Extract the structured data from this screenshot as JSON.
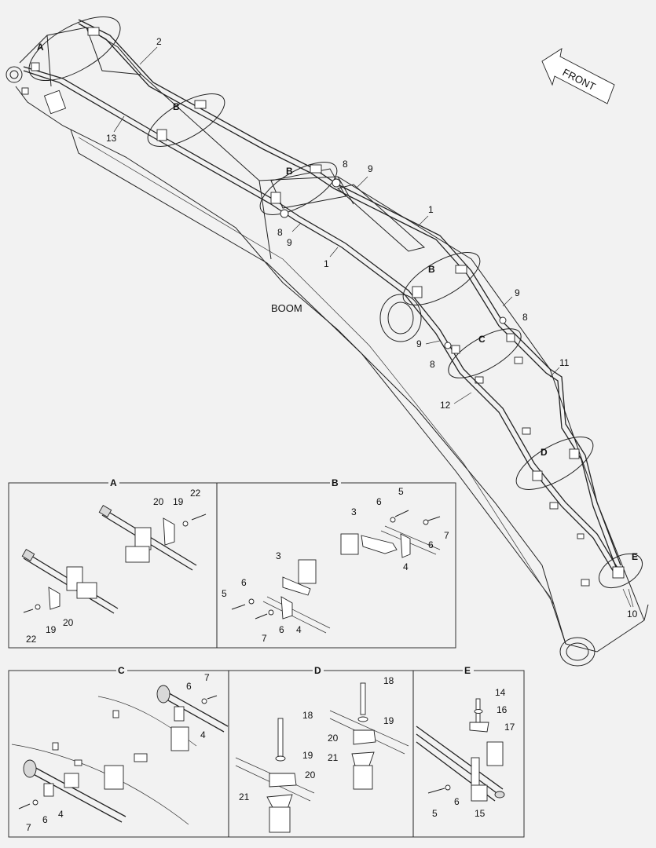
{
  "main_view": {
    "boom_label": "BOOM",
    "front_label": "FRONT",
    "callouts": [
      "A",
      "2",
      "B",
      "13",
      "B",
      "8",
      "9",
      "8",
      "9",
      "1",
      "1",
      "B",
      "9",
      "8",
      "9",
      "C",
      "8",
      "11",
      "12",
      "D",
      "E",
      "10"
    ]
  },
  "panels": {
    "A": {
      "title": "A",
      "labels": [
        "20",
        "19",
        "22",
        "20",
        "19",
        "22"
      ]
    },
    "B": {
      "title": "B",
      "labels": [
        "5",
        "6",
        "3",
        "6",
        "7",
        "4",
        "3",
        "5",
        "6",
        "6",
        "7",
        "4"
      ]
    },
    "C": {
      "title": "C",
      "labels": [
        "7",
        "6",
        "4",
        "7",
        "6",
        "4"
      ]
    },
    "D": {
      "title": "D",
      "labels": [
        "18",
        "19",
        "20",
        "21",
        "18",
        "19",
        "20",
        "21"
      ]
    },
    "E": {
      "title": "E",
      "labels": [
        "14",
        "16",
        "17",
        "5",
        "6",
        "15"
      ]
    }
  }
}
